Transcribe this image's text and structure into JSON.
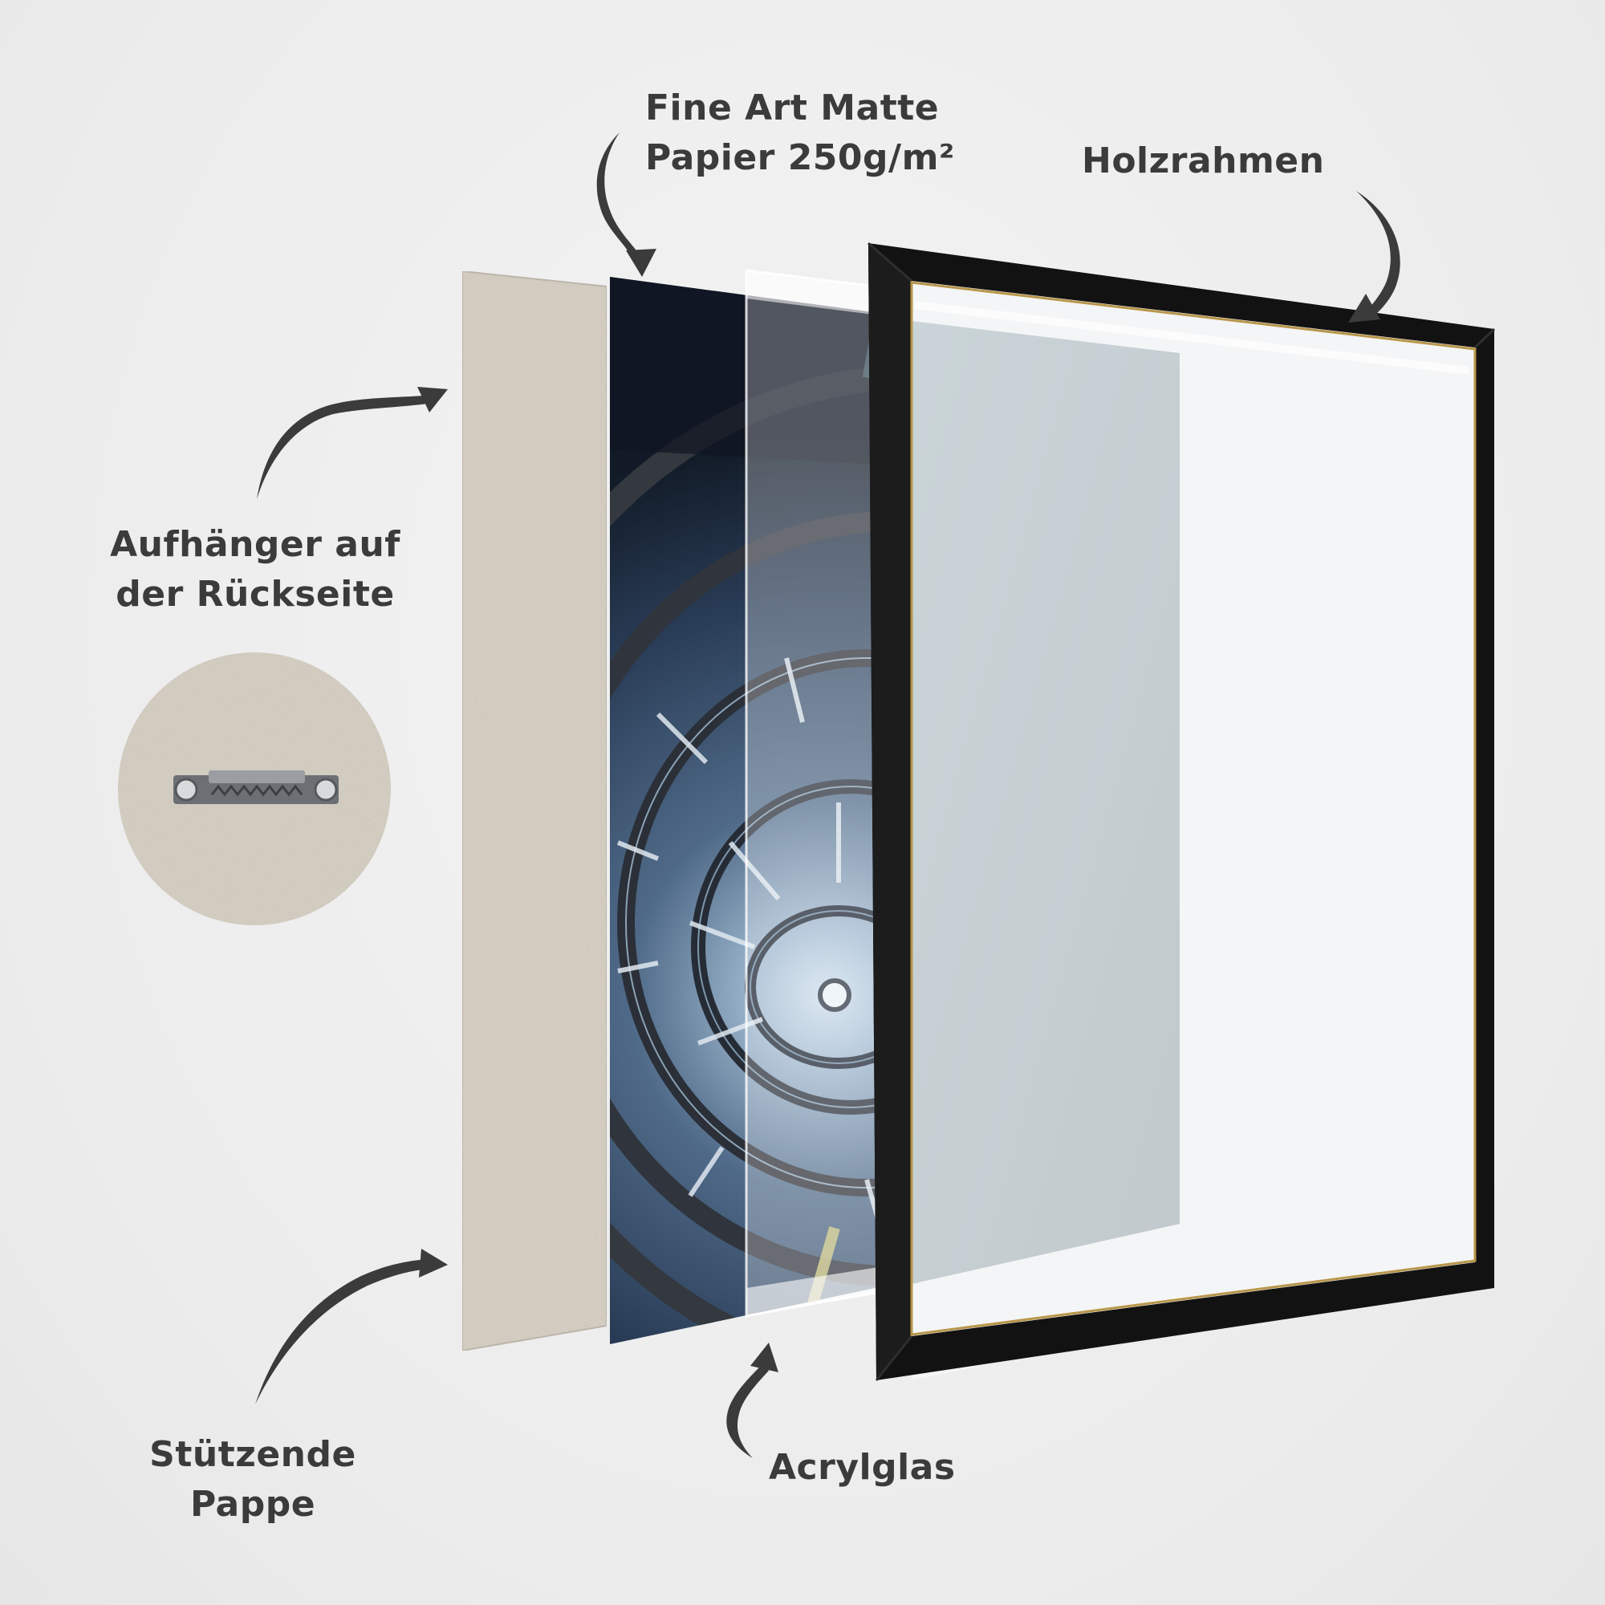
{
  "labels": {
    "paper": {
      "line1": "Fine Art Matte",
      "line2": "Papier 250g/m²"
    },
    "frame": {
      "line1": "Holzrahmen"
    },
    "hanger": {
      "line1": "Aufhänger auf",
      "line2": "der Rückseite"
    },
    "backing": {
      "line1": "Stützende",
      "line2": "Pappe"
    },
    "acrylic": {
      "line1": "Acrylglas"
    }
  },
  "layers": [
    {
      "id": "backing-board",
      "name": "Stützende Pappe",
      "color": "#d8d0c4"
    },
    {
      "id": "art-print",
      "name": "Fine Art Matte Papier 250g/m²",
      "subject": "spiral staircase, blue tones",
      "color": "#2c3f5c"
    },
    {
      "id": "acrylic-glass",
      "name": "Acrylglas",
      "color": "#ffffff"
    },
    {
      "id": "wood-frame",
      "name": "Holzrahmen",
      "color": "#111111",
      "inner_edge_color": "#b8964a"
    }
  ],
  "detail_inset": {
    "name": "sawtooth-hanger",
    "background": "#d6cfc3"
  },
  "colors": {
    "background": "#efefef",
    "text": "#3b3b3c",
    "arrow": "#3b3b3c"
  }
}
